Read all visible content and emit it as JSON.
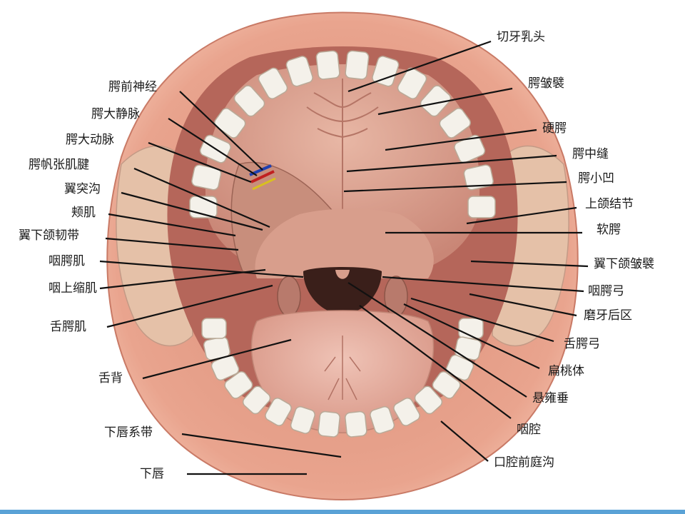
{
  "colors": {
    "lip": "#e9a48e",
    "lip_dark": "#d98e78",
    "palate": "#dca08c",
    "throat": "#3a1f1a",
    "tongue": "#e7b0a2",
    "tooth": "#f4f1ea",
    "accent_bar": "#5aa2d6",
    "leader": "#111111"
  },
  "labels": {
    "left": [
      "腭前神经",
      "腭大静脉",
      "腭大动脉",
      "腭帆张肌腱",
      "翼突沟",
      "颊肌",
      "翼下颌韧带",
      "咽腭肌",
      "咽上缩肌",
      "舌腭肌",
      "舌背",
      "下唇系带",
      "下唇"
    ],
    "right": [
      "切牙乳头",
      "腭皱襞",
      "硬腭",
      "腭中缝",
      "腭小凹",
      "上颌结节",
      "软腭",
      "翼下颌皱襞",
      "咽腭弓",
      "磨牙后区",
      "舌腭弓",
      "扁桃体",
      "悬雍垂",
      "咽腔",
      "口腔前庭沟"
    ]
  }
}
